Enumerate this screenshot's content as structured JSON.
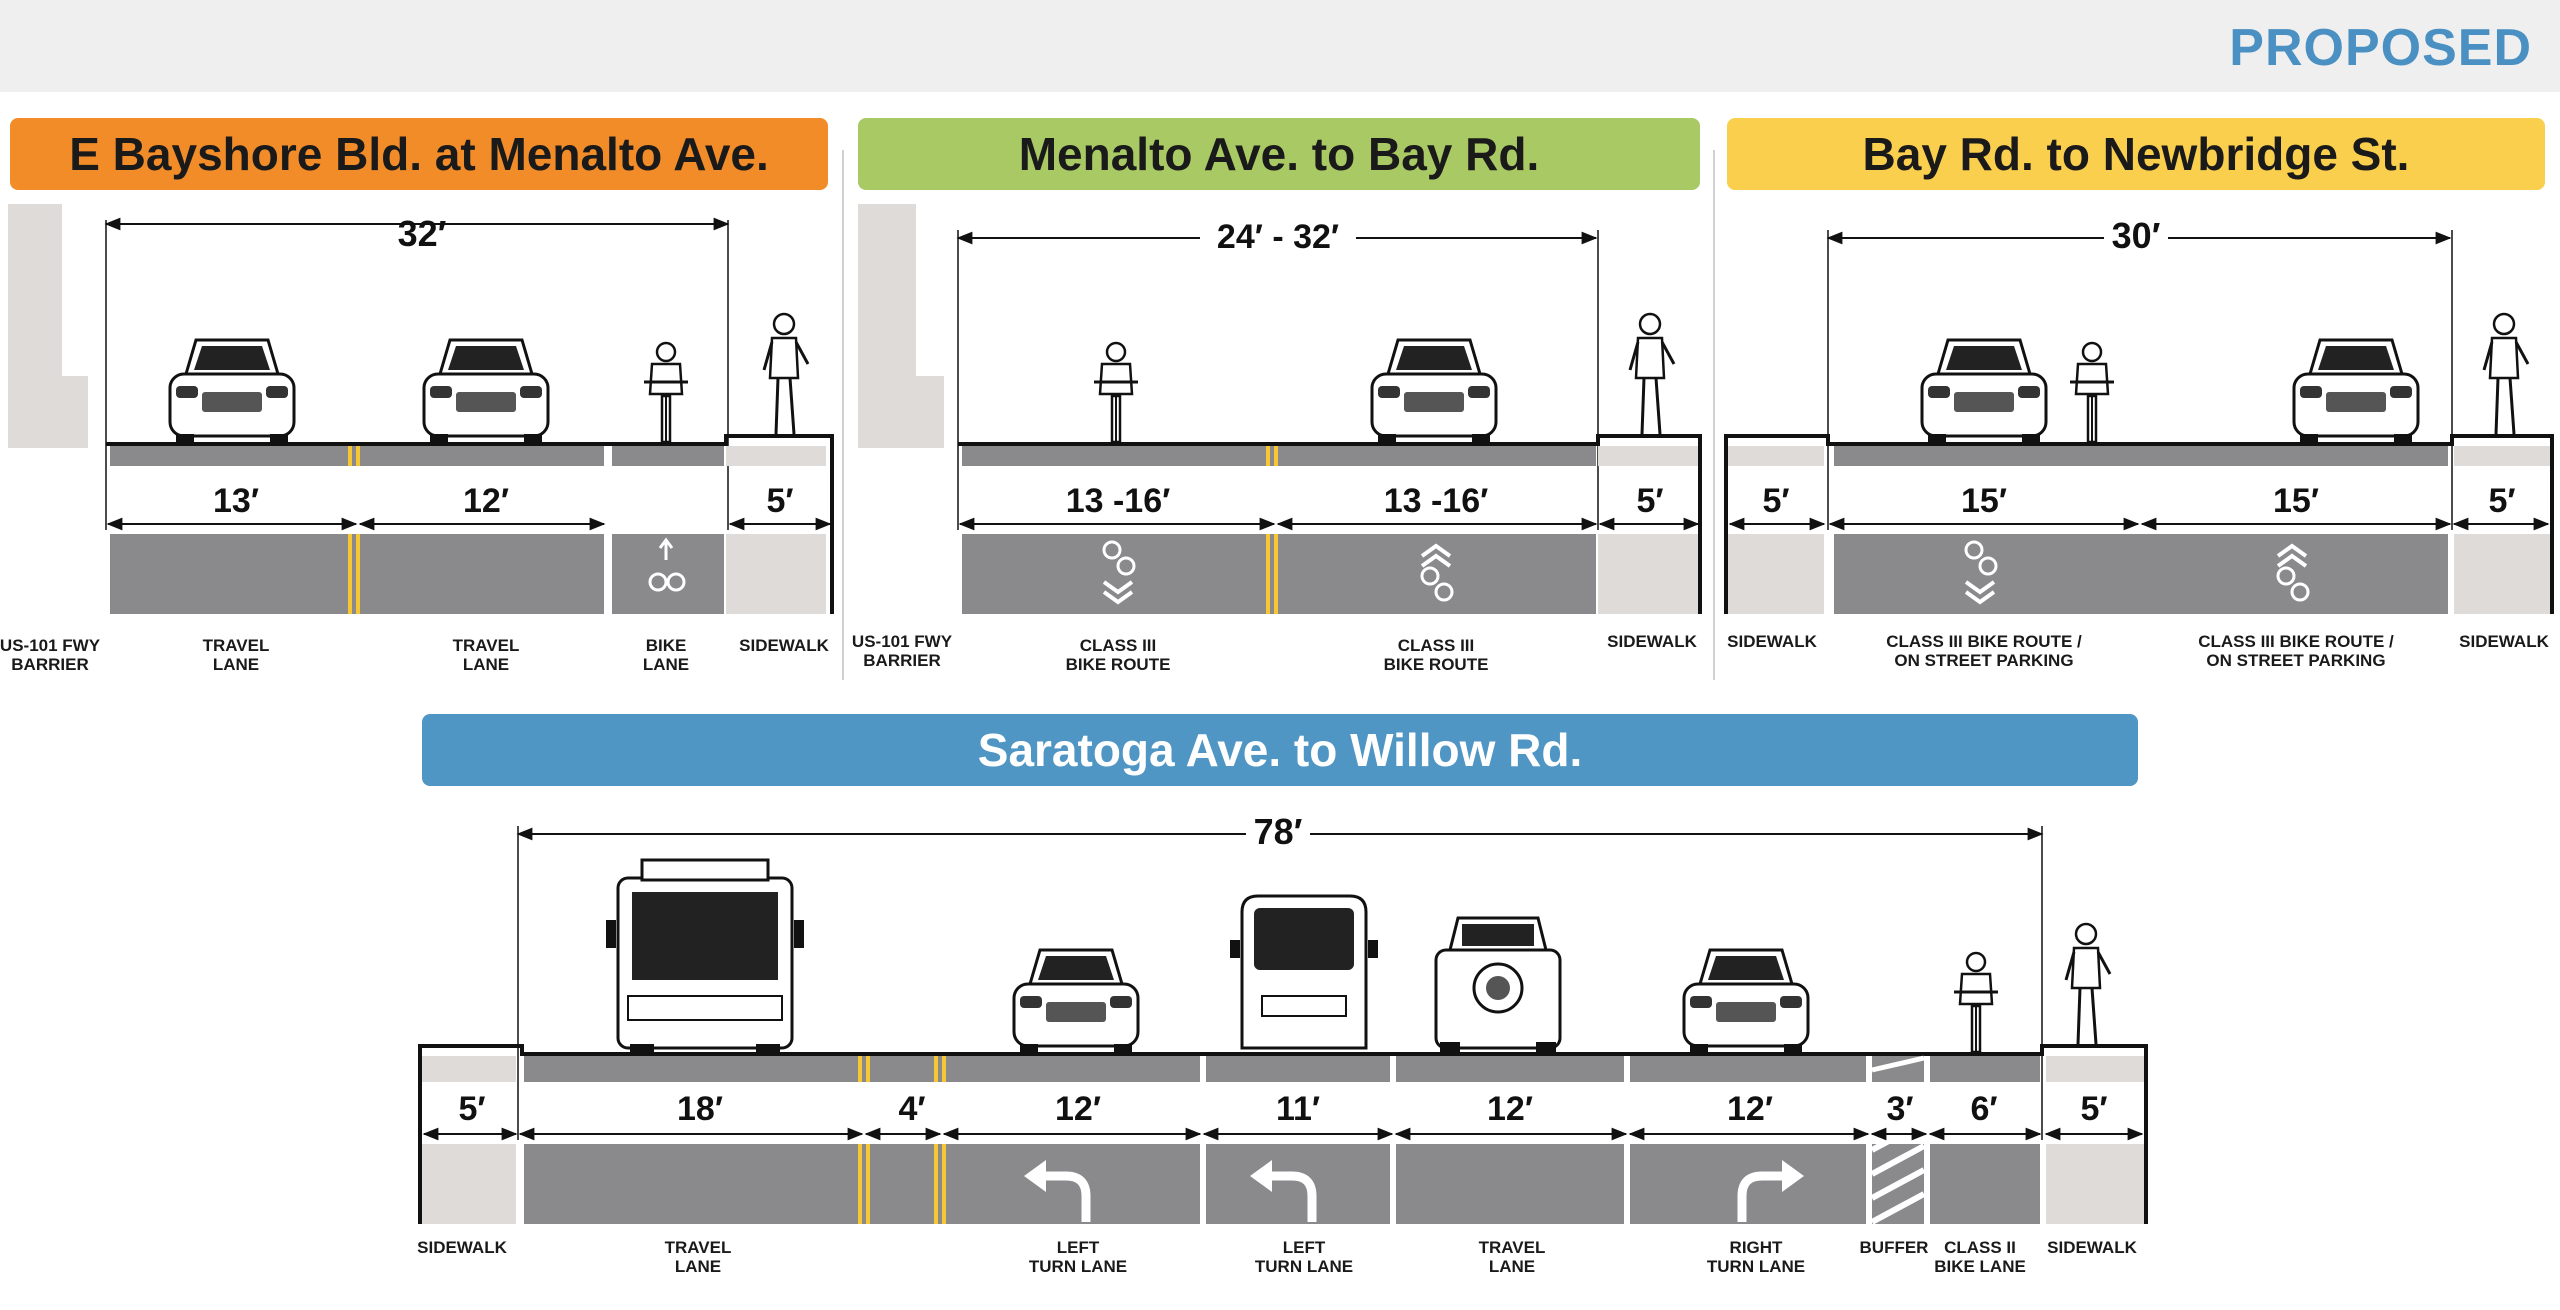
{
  "header": {
    "status": "PROPOSED"
  },
  "colors": {
    "orange": "#f28c28",
    "green": "#a9c964",
    "yellow": "#f9cf4d",
    "blue": "#5096c4",
    "asphalt": "#8a8a8c",
    "sidewalk": "#dedbd8",
    "stripe": "#f6c634"
  },
  "sections": [
    {
      "title": "E Bayshore Bld. at Menalto Ave.",
      "total_width": "32′",
      "widths": [
        "13′",
        "12′",
        "5′"
      ],
      "labels": [
        "US-101 FWY\nBARRIER",
        "TRAVEL\nLANE",
        "TRAVEL\nLANE",
        "BIKE\nLANE",
        "SIDEWALK"
      ]
    },
    {
      "title": "Menalto Ave. to Bay Rd.",
      "total_width": "24′ - 32′",
      "widths": [
        "13 -16′",
        "13 -16′",
        "5′"
      ],
      "labels": [
        "US-101 FWY\nBARRIER",
        "CLASS III\nBIKE ROUTE",
        "CLASS III\nBIKE ROUTE",
        "SIDEWALK"
      ]
    },
    {
      "title": "Bay Rd. to Newbridge St.",
      "total_width": "30′",
      "widths": [
        "5′",
        "15′",
        "15′",
        "5′"
      ],
      "labels": [
        "SIDEWALK",
        "CLASS III BIKE ROUTE /\nON STREET PARKING",
        "CLASS III BIKE ROUTE /\nON STREET PARKING",
        "SIDEWALK"
      ]
    },
    {
      "title": "Saratoga Ave. to Willow Rd.",
      "total_width": "78′",
      "widths": [
        "5′",
        "18′",
        "4′",
        "12′",
        "11′",
        "12′",
        "12′",
        "3′",
        "6′",
        "5′"
      ],
      "labels": [
        "SIDEWALK",
        "TRAVEL\nLANE",
        "LEFT\nTURN LANE",
        "LEFT\nTURN LANE",
        "TRAVEL\nLANE",
        "RIGHT\nTURN LANE",
        "BUFFER",
        "CLASS II\nBIKE LANE",
        "SIDEWALK"
      ]
    }
  ]
}
